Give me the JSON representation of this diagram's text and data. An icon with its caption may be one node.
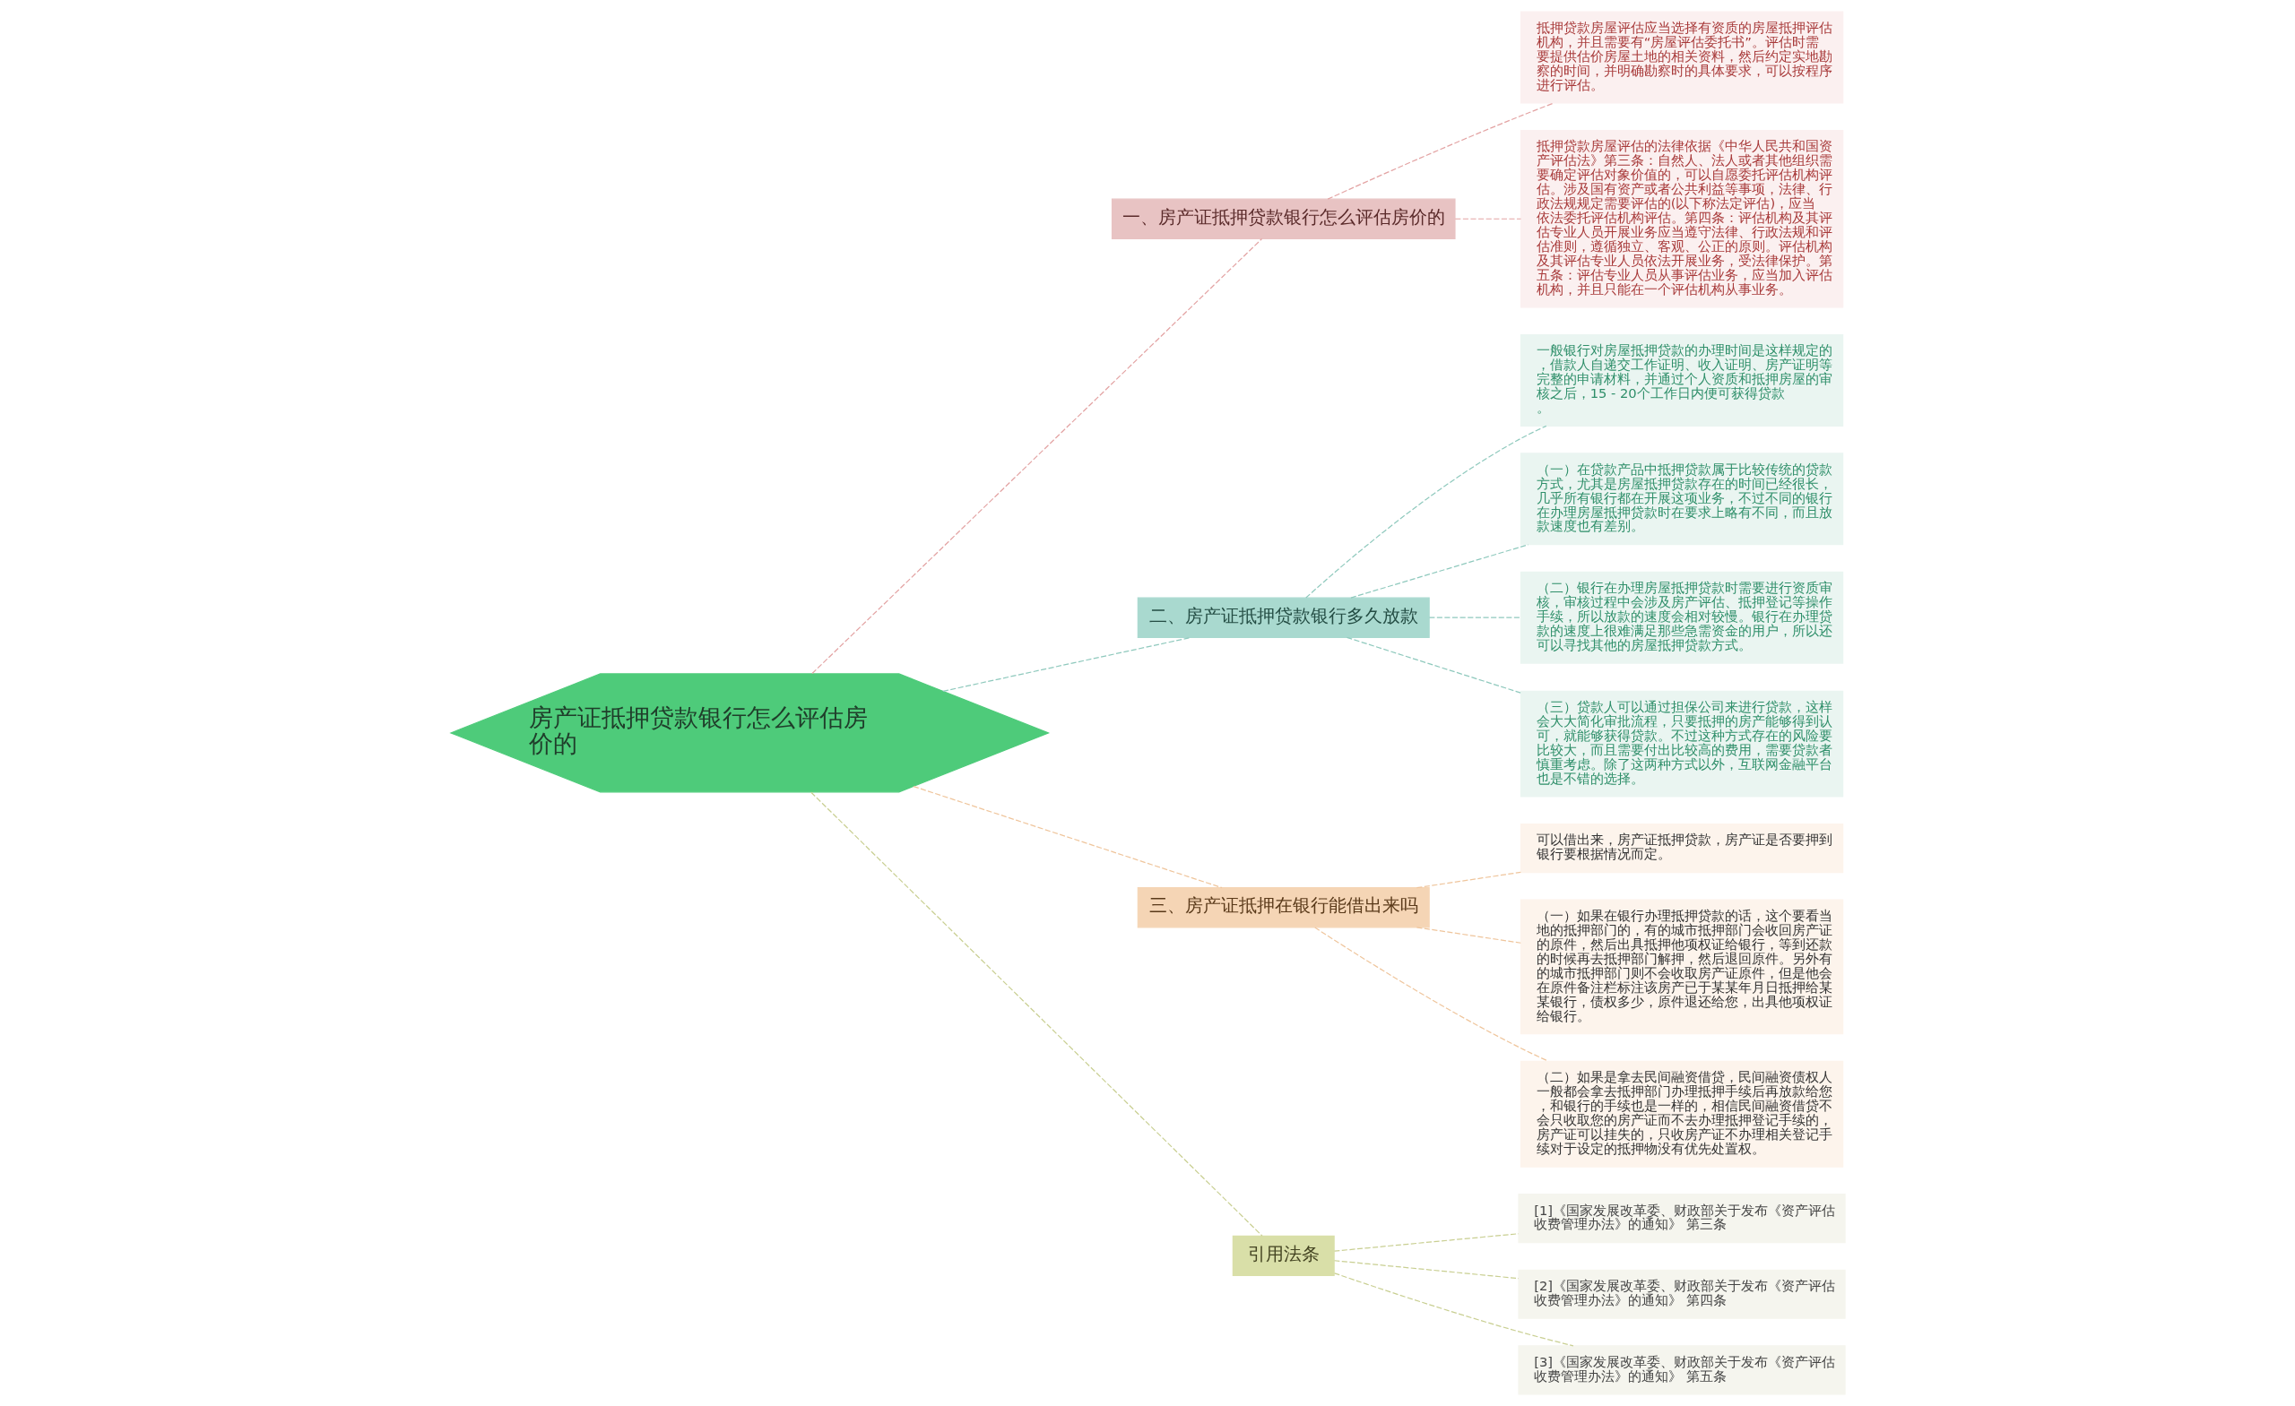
{
  "diagram": {
    "nodes": [
      {
        "text": [
          "房产证抵押贷款银行怎么评估房价的"
        ]
      },
      {
        "text": [
          "一、房产证抵押贷款银行怎么评估房价的"
        ]
      },
      {
        "text": [
          "抵押贷款房屋评估应当选择有资质的房屋抵押评估机构，并且需要有“房屋评估委托书”。评估时需要提供估价房屋土地的相关资料，然后约定实地勘察的时间，并明确勘察时的具体要求，可以按程序进行评估。"
        ]
      },
      {
        "text": [
          "抵押贷款房屋评估的法律依据《中华人民共和国资产评估法》第三条：自然人、法人或者其他组织需要确定评估对象价值的，可以自愿委托评估机构评估。涉及国有资产或者公共利益等事项，法律、行政法规规定需要评估的(以下称法定评估)，应当依法委托评估机构评估。第四条：评估机构及其评估专业人员开展业务应当遵守法律、行政法规和评估准则，遵循独立、客观、公正的原则。评估机构及其评估专业人员依法开展业务，受法律保护。第五条：评估专业人员从事评估业务，应当加入评估机构，并且只能在一个评估机构从事业务。"
        ]
      },
      {
        "text": [
          "二、房产证抵押贷款银行多久放款"
        ]
      },
      {
        "text": [
          "一般银行对房屋抵押贷款的办理时间是这样规定的，借款人自递交工作证明、收入证明、房产证明等完整的申请材料，并通过个人资质和抵押房屋的审核之后，15 - 20个工作日内便可获得贷款。"
        ]
      },
      {
        "text": [
          "（一）在贷款产品中抵押贷款属于比较传统的贷款方式，尤其是房屋抵押贷款存在的时间已经很长，几乎所有银行都在开展这项业务，不过不同的银行在办理房屋抵押贷款时在要求上略有不同，而且放款速度也有差别。"
        ]
      },
      {
        "text": [
          "（二）银行在办理房屋抵押贷款时需要进行资质审核，审核过程中会涉及房产评估、抵押登记等操作手续，所以放款的速度会相对较慢。银行在办理贷款的速度上很难满足那些急需资金的用户，所以还可以寻找其他的房屋抵押贷款方式。"
        ]
      },
      {
        "text": [
          "（三）贷款人可以通过担保公司来进行贷款，这样会大大简化审批流程，只要抵押的房产能够得到认可，就能够获得贷款。不过这种方式存在的风险要比较大，而且需要付出比较高的费用，需要贷款者慎重考虑。除了这两种方式以外，互联网金融平台也是不错的选择。"
        ]
      },
      {
        "text": [
          "三、房产证抵押在银行能借出来吗"
        ]
      },
      {
        "text": [
          "可以借出来，房产证抵押贷款，房产证是否要押到银行要根据情况而定。"
        ]
      },
      {
        "text": [
          "（一）如果在银行办理抵押贷款的话，这个要看当地的抵押部门的，有的城市抵押部门会收回房产证的原件，然后出具抵押他项权证给银行，等到还款的时候再去抵押部门解押，然后退回原件。另外有的城市抵押部门则不会收取房产证原件，但是他会在原件备注栏标注该房产已于某某年月日抵押给某某银行，债权多少，原件退还给您，出具他项权证给银行。"
        ]
      },
      {
        "text": [
          "（二）如果是拿去民间融资借贷，民间融资债权人一般都会拿去抵押部门办理抵押手续后再放款给您，和银行的手续也是一样的，相信民间融资借贷不会只收取您的房产证而不去办理抵押登记手续的，房产证可以挂失的，只收房产证不办理相关登记手续对于设定的抵押物没有优先处置权。"
        ]
      },
      {
        "text": [
          "引用法条"
        ]
      },
      {
        "text": [
          "[1]《国家发展改革委、财政部关于发布《资产评估收费管理办法》的通知》 第三条"
        ]
      },
      {
        "text": [
          "[2]《国家发展改革委、财政部关于发布《资产评估收费管理办法》的通知》 第四条"
        ]
      },
      {
        "text": [
          "[3]《国家发展改革委、财政部关于发布《资产评估收费管理办法》的通知》 第五条"
        ]
      }
    ],
    "edges": [
      {
        "from": 0,
        "to": 1,
        "arrow": "none",
        "style": "dashed",
        "color": "#e3a3a3"
      },
      {
        "from": 1,
        "to": 2,
        "arrow": "none",
        "style": "dashed",
        "color": "#e3a3a3"
      },
      {
        "from": 1,
        "to": 3,
        "arrow": "none",
        "style": "dashed",
        "color": "#e3a3a3"
      },
      {
        "from": 0,
        "to": 4,
        "arrow": "none",
        "style": "dashed",
        "color": "#8fc9bd"
      },
      {
        "from": 4,
        "to": 5,
        "arrow": "none",
        "style": "dashed",
        "color": "#8fc9bd"
      },
      {
        "from": 4,
        "to": 6,
        "arrow": "none",
        "style": "dashed",
        "color": "#8fc9bd"
      },
      {
        "from": 4,
        "to": 7,
        "arrow": "none",
        "style": "dashed",
        "color": "#8fc9bd"
      },
      {
        "from": 4,
        "to": 8,
        "arrow": "none",
        "style": "dashed",
        "color": "#8fc9bd"
      },
      {
        "from": 0,
        "to": 9,
        "arrow": "none",
        "style": "dashed",
        "color": "#efc59c"
      },
      {
        "from": 9,
        "to": 10,
        "arrow": "none",
        "style": "dashed",
        "color": "#efc59c"
      },
      {
        "from": 9,
        "to": 11,
        "arrow": "none",
        "style": "dashed",
        "color": "#efc59c"
      },
      {
        "from": 9,
        "to": 12,
        "arrow": "none",
        "style": "dashed",
        "color": "#efc59c"
      },
      {
        "from": 0,
        "to": 13,
        "arrow": "none",
        "style": "dashed",
        "color": "#c9cf92"
      },
      {
        "from": 13,
        "to": 14,
        "arrow": "none",
        "style": "dashed",
        "color": "#c9cf92"
      },
      {
        "from": 13,
        "to": 15,
        "arrow": "none",
        "style": "dashed",
        "color": "#c9cf92"
      },
      {
        "from": 13,
        "to": 16,
        "arrow": "none",
        "style": "dashed",
        "color": "#c9cf92"
      }
    ]
  }
}
